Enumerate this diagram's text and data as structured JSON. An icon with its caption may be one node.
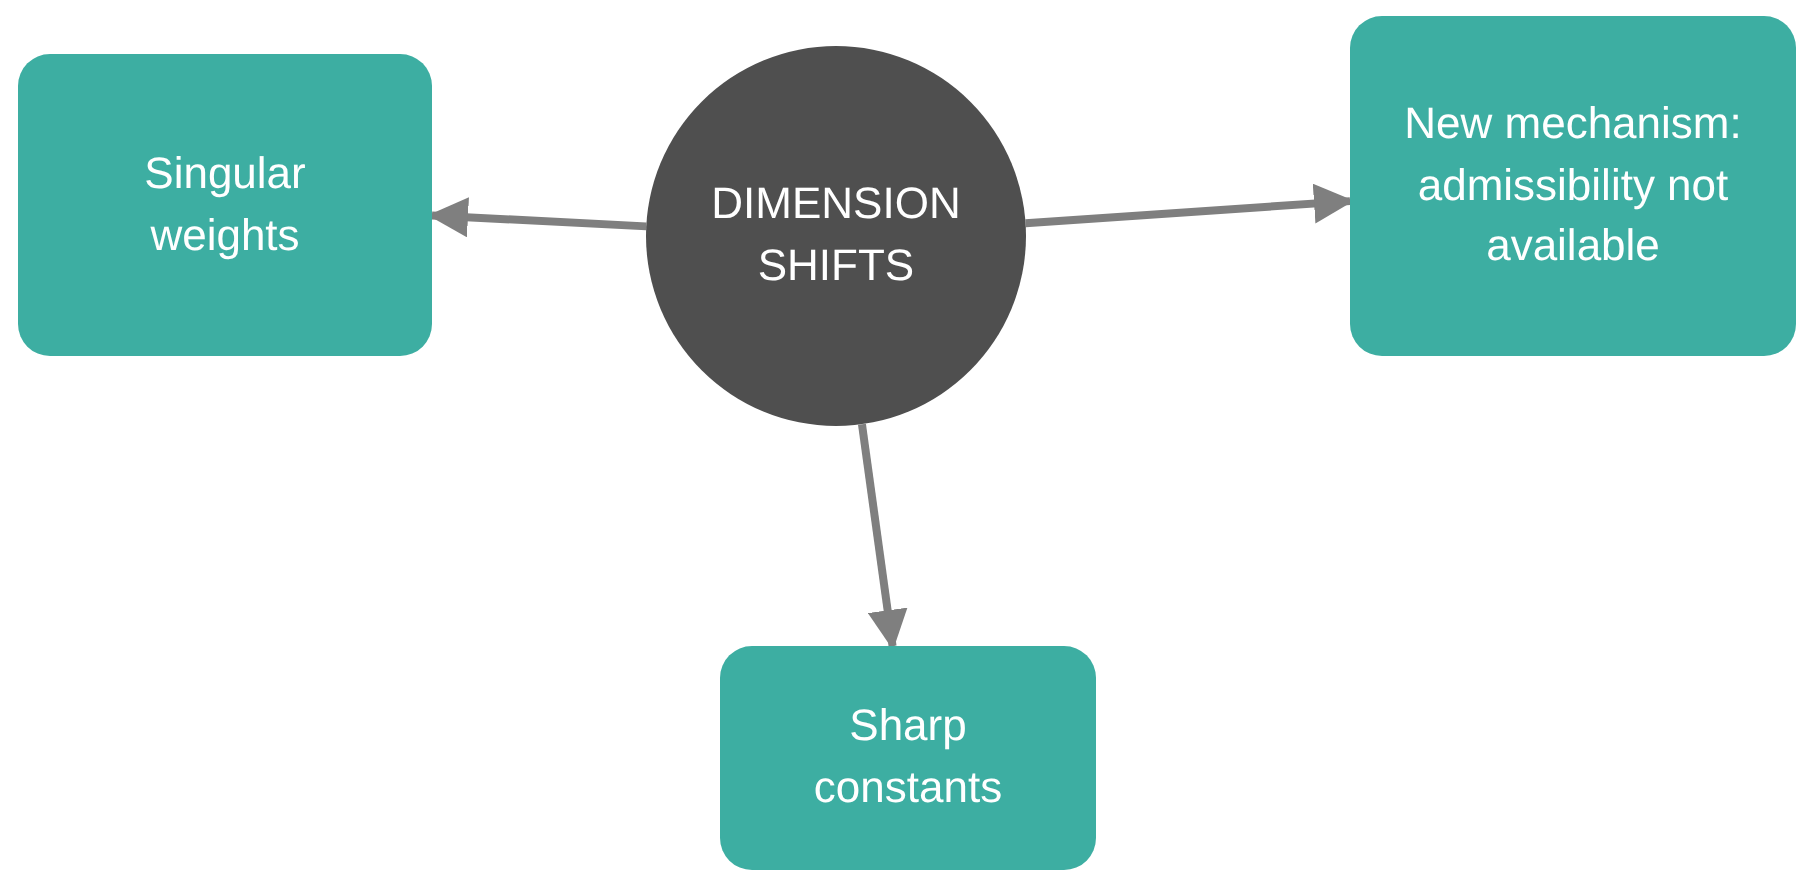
{
  "diagram": {
    "nodes": [
      {
        "text": [
          "DIMENSION SHIFTS"
        ]
      },
      {
        "text": [
          "Singular weights"
        ]
      },
      {
        "text": [
          "New mechanism: admissibility not available"
        ]
      },
      {
        "text": [
          "Sharp constants"
        ]
      }
    ],
    "edges": [
      {
        "from": 0,
        "to": 1,
        "arrow": "to"
      },
      {
        "from": 0,
        "to": 2,
        "arrow": "to"
      },
      {
        "from": 0,
        "to": 3,
        "arrow": "to"
      }
    ]
  }
}
